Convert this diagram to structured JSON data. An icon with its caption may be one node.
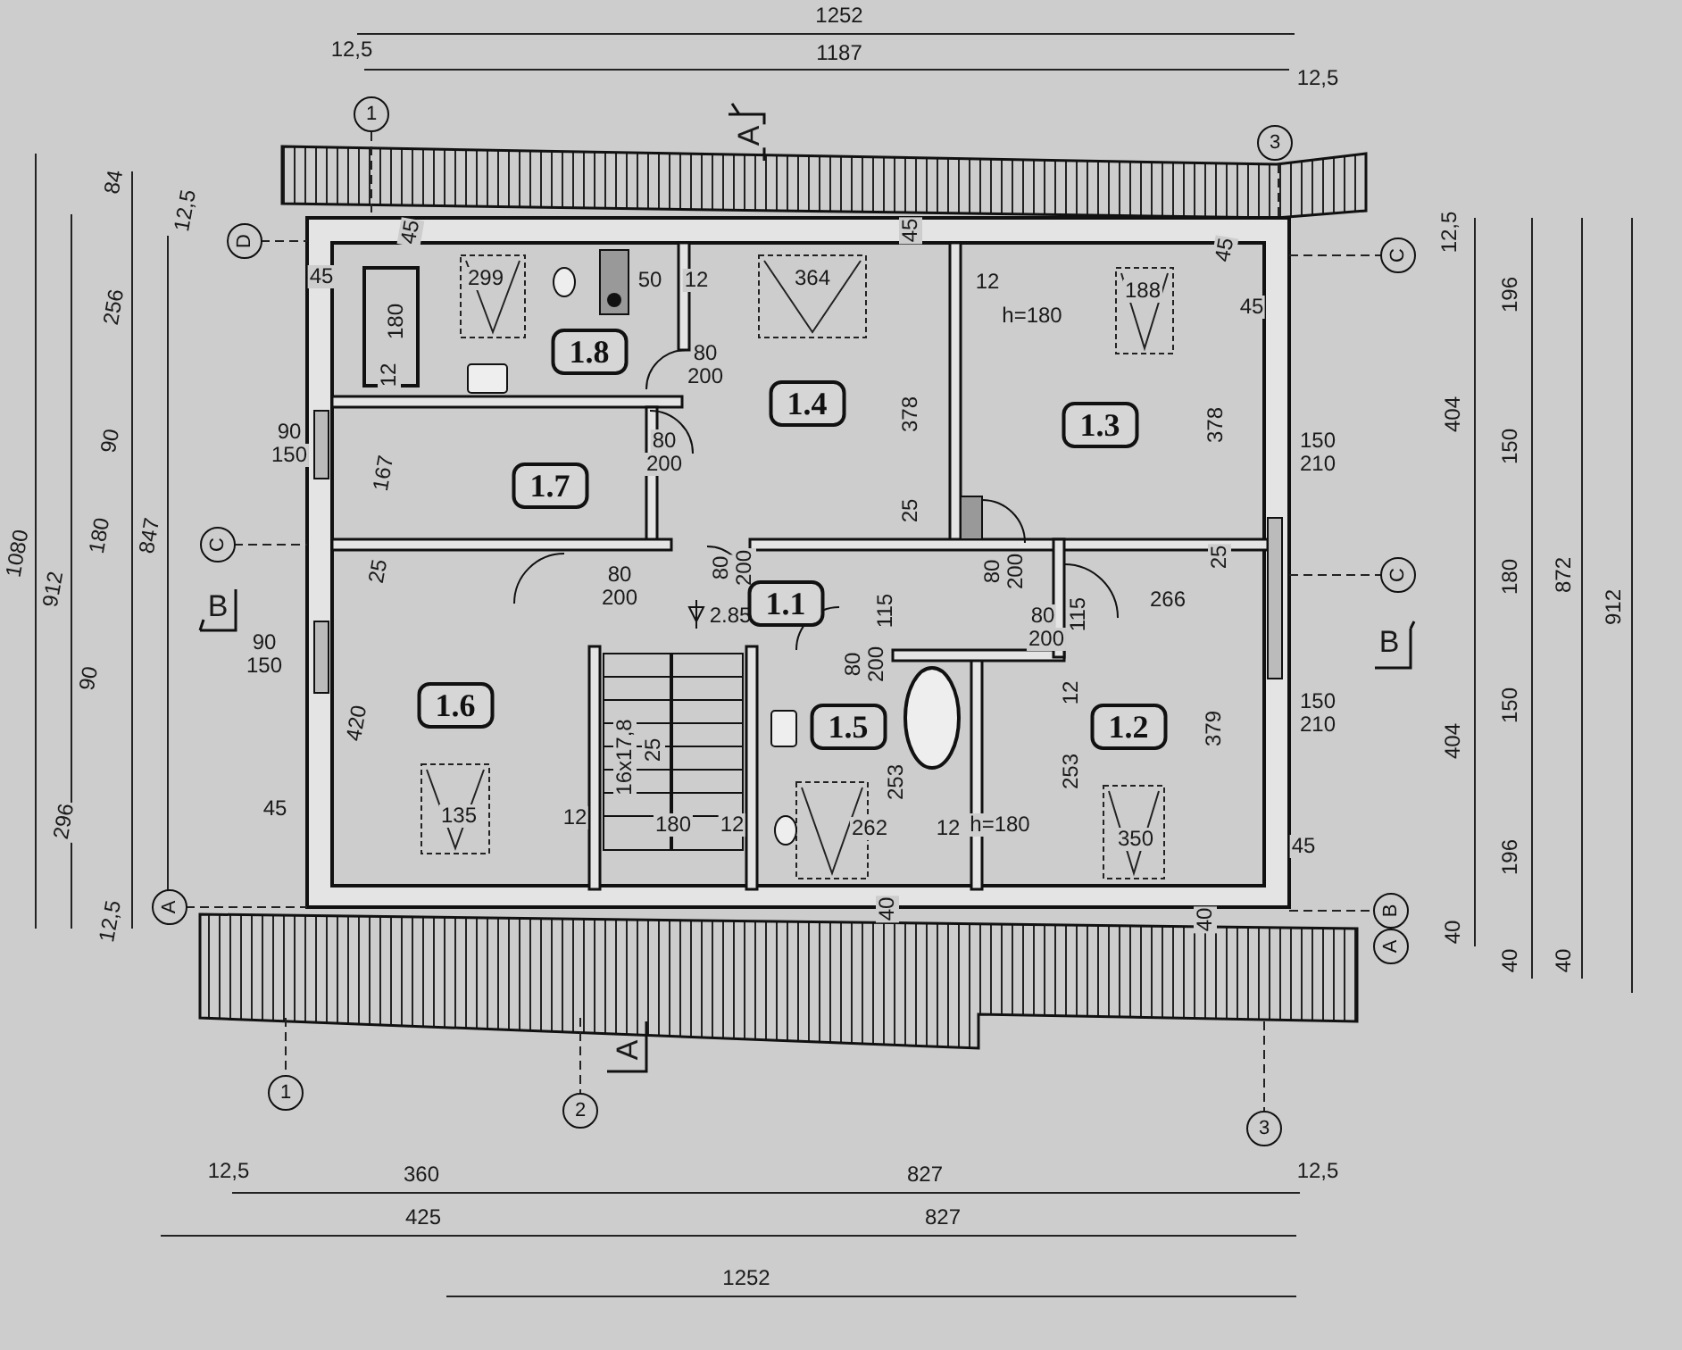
{
  "diagram": {
    "nodes": [
      {
        "text": [
          "1.8"
        ]
      },
      {
        "text": [
          "1.4"
        ]
      },
      {
        "text": [
          "1.3"
        ]
      },
      {
        "text": [
          "1.7"
        ]
      },
      {
        "text": [
          "1.1"
        ]
      },
      {
        "text": [
          "1.6"
        ]
      },
      {
        "text": [
          "1.5"
        ]
      },
      {
        "text": [
          "1.2"
        ]
      },
      {
        "text": [
          "1"
        ]
      },
      {
        "text": [
          "3"
        ]
      },
      {
        "text": [
          "D"
        ]
      },
      {
        "text": [
          "C"
        ]
      },
      {
        "text": [
          "C"
        ]
      },
      {
        "text": [
          "C"
        ]
      },
      {
        "text": [
          "A"
        ]
      },
      {
        "text": [
          "B"
        ]
      },
      {
        "text": [
          "A"
        ]
      },
      {
        "text": [
          "1"
        ]
      },
      {
        "text": [
          "2"
        ]
      },
      {
        "text": [
          "3"
        ]
      }
    ],
    "labels": [
      "1252",
      "12,5",
      "1187",
      "12,5",
      "A",
      "84",
      "12,5",
      "45",
      "45",
      "45",
      "12,5",
      "45",
      "299",
      "50",
      "12",
      "364",
      "12",
      "188",
      "256",
      "196",
      "180",
      "h=180",
      "45",
      "80",
      "200",
      "12",
      "378",
      "378",
      "404",
      "90",
      "150",
      "80",
      "200",
      "150",
      "210",
      "90",
      "150",
      "167",
      "1080",
      "912",
      "180",
      "847",
      "25",
      "25",
      "80",
      "200",
      "80",
      "200",
      "25",
      "180",
      "872",
      "912",
      "80",
      "200",
      "2.85",
      "266",
      "80",
      "115",
      "200",
      "115",
      "90",
      "150",
      "80",
      "200",
      "12",
      "150",
      "210",
      "90",
      "150",
      "404",
      "420",
      "16x17,8",
      "25",
      "253",
      "253",
      "379",
      "296",
      "45",
      "135",
      "12",
      "180",
      "12",
      "262",
      "12",
      "h=180",
      "350",
      "45",
      "196",
      "40",
      "40",
      "12,5",
      "40",
      "40",
      "40",
      "B",
      "B",
      "A",
      "12,5",
      "360",
      "827",
      "12,5",
      "425",
      "827",
      "1252"
    ]
  }
}
